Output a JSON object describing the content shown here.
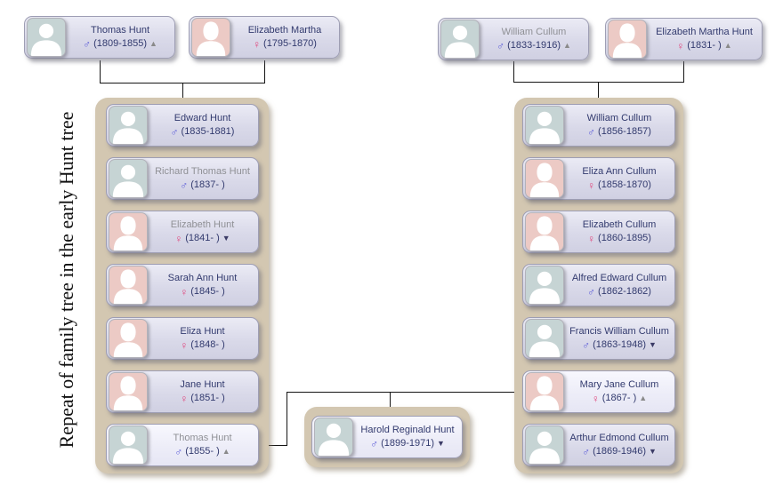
{
  "caption": "Repeat of family tree in the early Hunt tree",
  "icons": {
    "male": "♂",
    "female": "♀",
    "collapse_up": "▲",
    "expand_down": "▼"
  },
  "colors": {
    "male_accent": "#5d5dd8",
    "female_accent": "#e0487e",
    "card_text": "#323a6e",
    "muted_text": "#8f9095",
    "group_background": "#d3c7b1",
    "male_avatar_background": "#c6d4d4",
    "female_avatar_background": "#eccac5",
    "card_background": "#dcdcec",
    "highlight_card_background": "#f1f1fb",
    "connector_line": "#151515"
  },
  "top_left_couple": [
    {
      "name": "Thomas Hunt",
      "gender": "male",
      "dates": "(1809-1855)",
      "expander": "up",
      "muted": false,
      "highlighted": false
    },
    {
      "name": "Elizabeth Martha",
      "gender": "female",
      "dates": "(1795-1870)",
      "expander": null,
      "muted": false,
      "highlighted": false
    }
  ],
  "top_right_couple": [
    {
      "name": "William Cullum",
      "gender": "male",
      "dates": "(1833-1916)",
      "expander": "up",
      "muted": true,
      "highlighted": false
    },
    {
      "name": "Elizabeth Martha Hunt",
      "gender": "female",
      "dates": "(1831- )",
      "expander": "up",
      "muted": false,
      "highlighted": false
    }
  ],
  "left_group_children": [
    {
      "name": "Edward Hunt",
      "gender": "male",
      "dates": "(1835-1881)",
      "expander": null,
      "muted": false,
      "highlighted": false
    },
    {
      "name": "Richard Thomas Hunt",
      "gender": "male",
      "dates": "(1837- )",
      "expander": null,
      "muted": true,
      "highlighted": false
    },
    {
      "name": "Elizabeth Hunt",
      "gender": "female",
      "dates": "(1841- )",
      "expander": "down",
      "muted": true,
      "highlighted": false
    },
    {
      "name": "Sarah Ann Hunt",
      "gender": "female",
      "dates": "(1845- )",
      "expander": null,
      "muted": false,
      "highlighted": false
    },
    {
      "name": "Eliza Hunt",
      "gender": "female",
      "dates": "(1848- )",
      "expander": null,
      "muted": false,
      "highlighted": false
    },
    {
      "name": "Jane Hunt",
      "gender": "female",
      "dates": "(1851- )",
      "expander": null,
      "muted": false,
      "highlighted": false
    },
    {
      "name": "Thomas Hunt",
      "gender": "male",
      "dates": "(1855- )",
      "expander": "up",
      "muted": true,
      "highlighted": true
    }
  ],
  "right_group_children": [
    {
      "name": "William Cullum",
      "gender": "male",
      "dates": "(1856-1857)",
      "expander": null,
      "muted": false,
      "highlighted": false
    },
    {
      "name": "Eliza Ann Cullum",
      "gender": "female",
      "dates": "(1858-1870)",
      "expander": null,
      "muted": false,
      "highlighted": false
    },
    {
      "name": "Elizabeth Cullum",
      "gender": "female",
      "dates": "(1860-1895)",
      "expander": null,
      "muted": false,
      "highlighted": false
    },
    {
      "name": "Alfred Edward Cullum",
      "gender": "male",
      "dates": "(1862-1862)",
      "expander": null,
      "muted": false,
      "highlighted": false
    },
    {
      "name": "Francis William Cullum",
      "gender": "male",
      "dates": "(1863-1948)",
      "expander": "down",
      "muted": false,
      "highlighted": false
    },
    {
      "name": "Mary Jane Cullum",
      "gender": "female",
      "dates": "(1867- )",
      "expander": "up",
      "muted": false,
      "highlighted": true
    },
    {
      "name": "Arthur Edmond Cullum",
      "gender": "male",
      "dates": "(1869-1946)",
      "expander": "down",
      "muted": false,
      "highlighted": false
    }
  ],
  "bottom_group_children": [
    {
      "name": "Harold Reginald Hunt",
      "gender": "male",
      "dates": "(1899-1971)",
      "expander": "down",
      "muted": false,
      "highlighted": true
    }
  ]
}
